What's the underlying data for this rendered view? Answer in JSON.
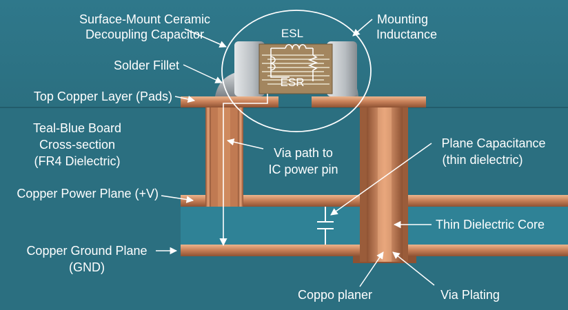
{
  "labels": {
    "capacitor_line1": "Surface-Mount Ceramic",
    "capacitor_line2": "Decoupling Capacitor",
    "mounting_line1": "Mounting",
    "mounting_line2": "Inductance",
    "solder_fillet": "Solder Fillet",
    "top_copper": "Top Copper Layer (Pads)",
    "board_line1": "Teal-Blue Board",
    "board_line2": "Cross-section",
    "board_line3": "(FR4 Dielectric)",
    "via_path_line1": "Via path to",
    "via_path_line2": "IC power pin",
    "plane_cap_line1": "Plane Capacitance",
    "plane_cap_line2": "(thin dielectric)",
    "power_plane": "Copper Power Plane (+V)",
    "thin_core": "Thin Dielectric Core",
    "ground_line1": "Copper Ground Plane",
    "ground_line2": "(GND)",
    "coppo": "Coppo planer",
    "via_plating": "Via Plating",
    "esl": "ESL",
    "esr": "ESR"
  },
  "colors": {
    "board": "#2b6f80",
    "sky": "#2e7688",
    "core": "#2f8296",
    "copper": "#c9825a",
    "copper_light": "#e6a57c",
    "copper_dark": "#8e5233",
    "solder": "#a7acb0",
    "ceramic": "#a3865f",
    "terminal": "#b9bec2",
    "label": "#ffffff"
  }
}
